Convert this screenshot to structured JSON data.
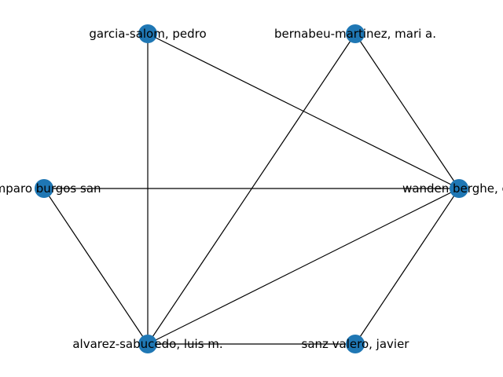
{
  "graph": {
    "node_color": "#1f77b4",
    "edge_color": "#000000",
    "nodes": [
      {
        "id": "garcia",
        "label": "garcia-salom, pedro"
      },
      {
        "id": "bernabeu",
        "label": "bernabeu-martinez, mari a."
      },
      {
        "id": "amparo",
        "label": "amparo burgos  san"
      },
      {
        "id": "wanden",
        "label": "wanden berghe, ca"
      },
      {
        "id": "alvarez",
        "label": "alvarez-sabucedo, luis m."
      },
      {
        "id": "sanz",
        "label": "sanz valero, javier"
      }
    ],
    "edges": [
      [
        "garcia",
        "alvarez"
      ],
      [
        "garcia",
        "wanden"
      ],
      [
        "bernabeu",
        "alvarez"
      ],
      [
        "bernabeu",
        "wanden"
      ],
      [
        "amparo",
        "wanden"
      ],
      [
        "amparo",
        "alvarez"
      ],
      [
        "wanden",
        "alvarez"
      ],
      [
        "wanden",
        "sanz"
      ],
      [
        "alvarez",
        "sanz"
      ]
    ]
  }
}
